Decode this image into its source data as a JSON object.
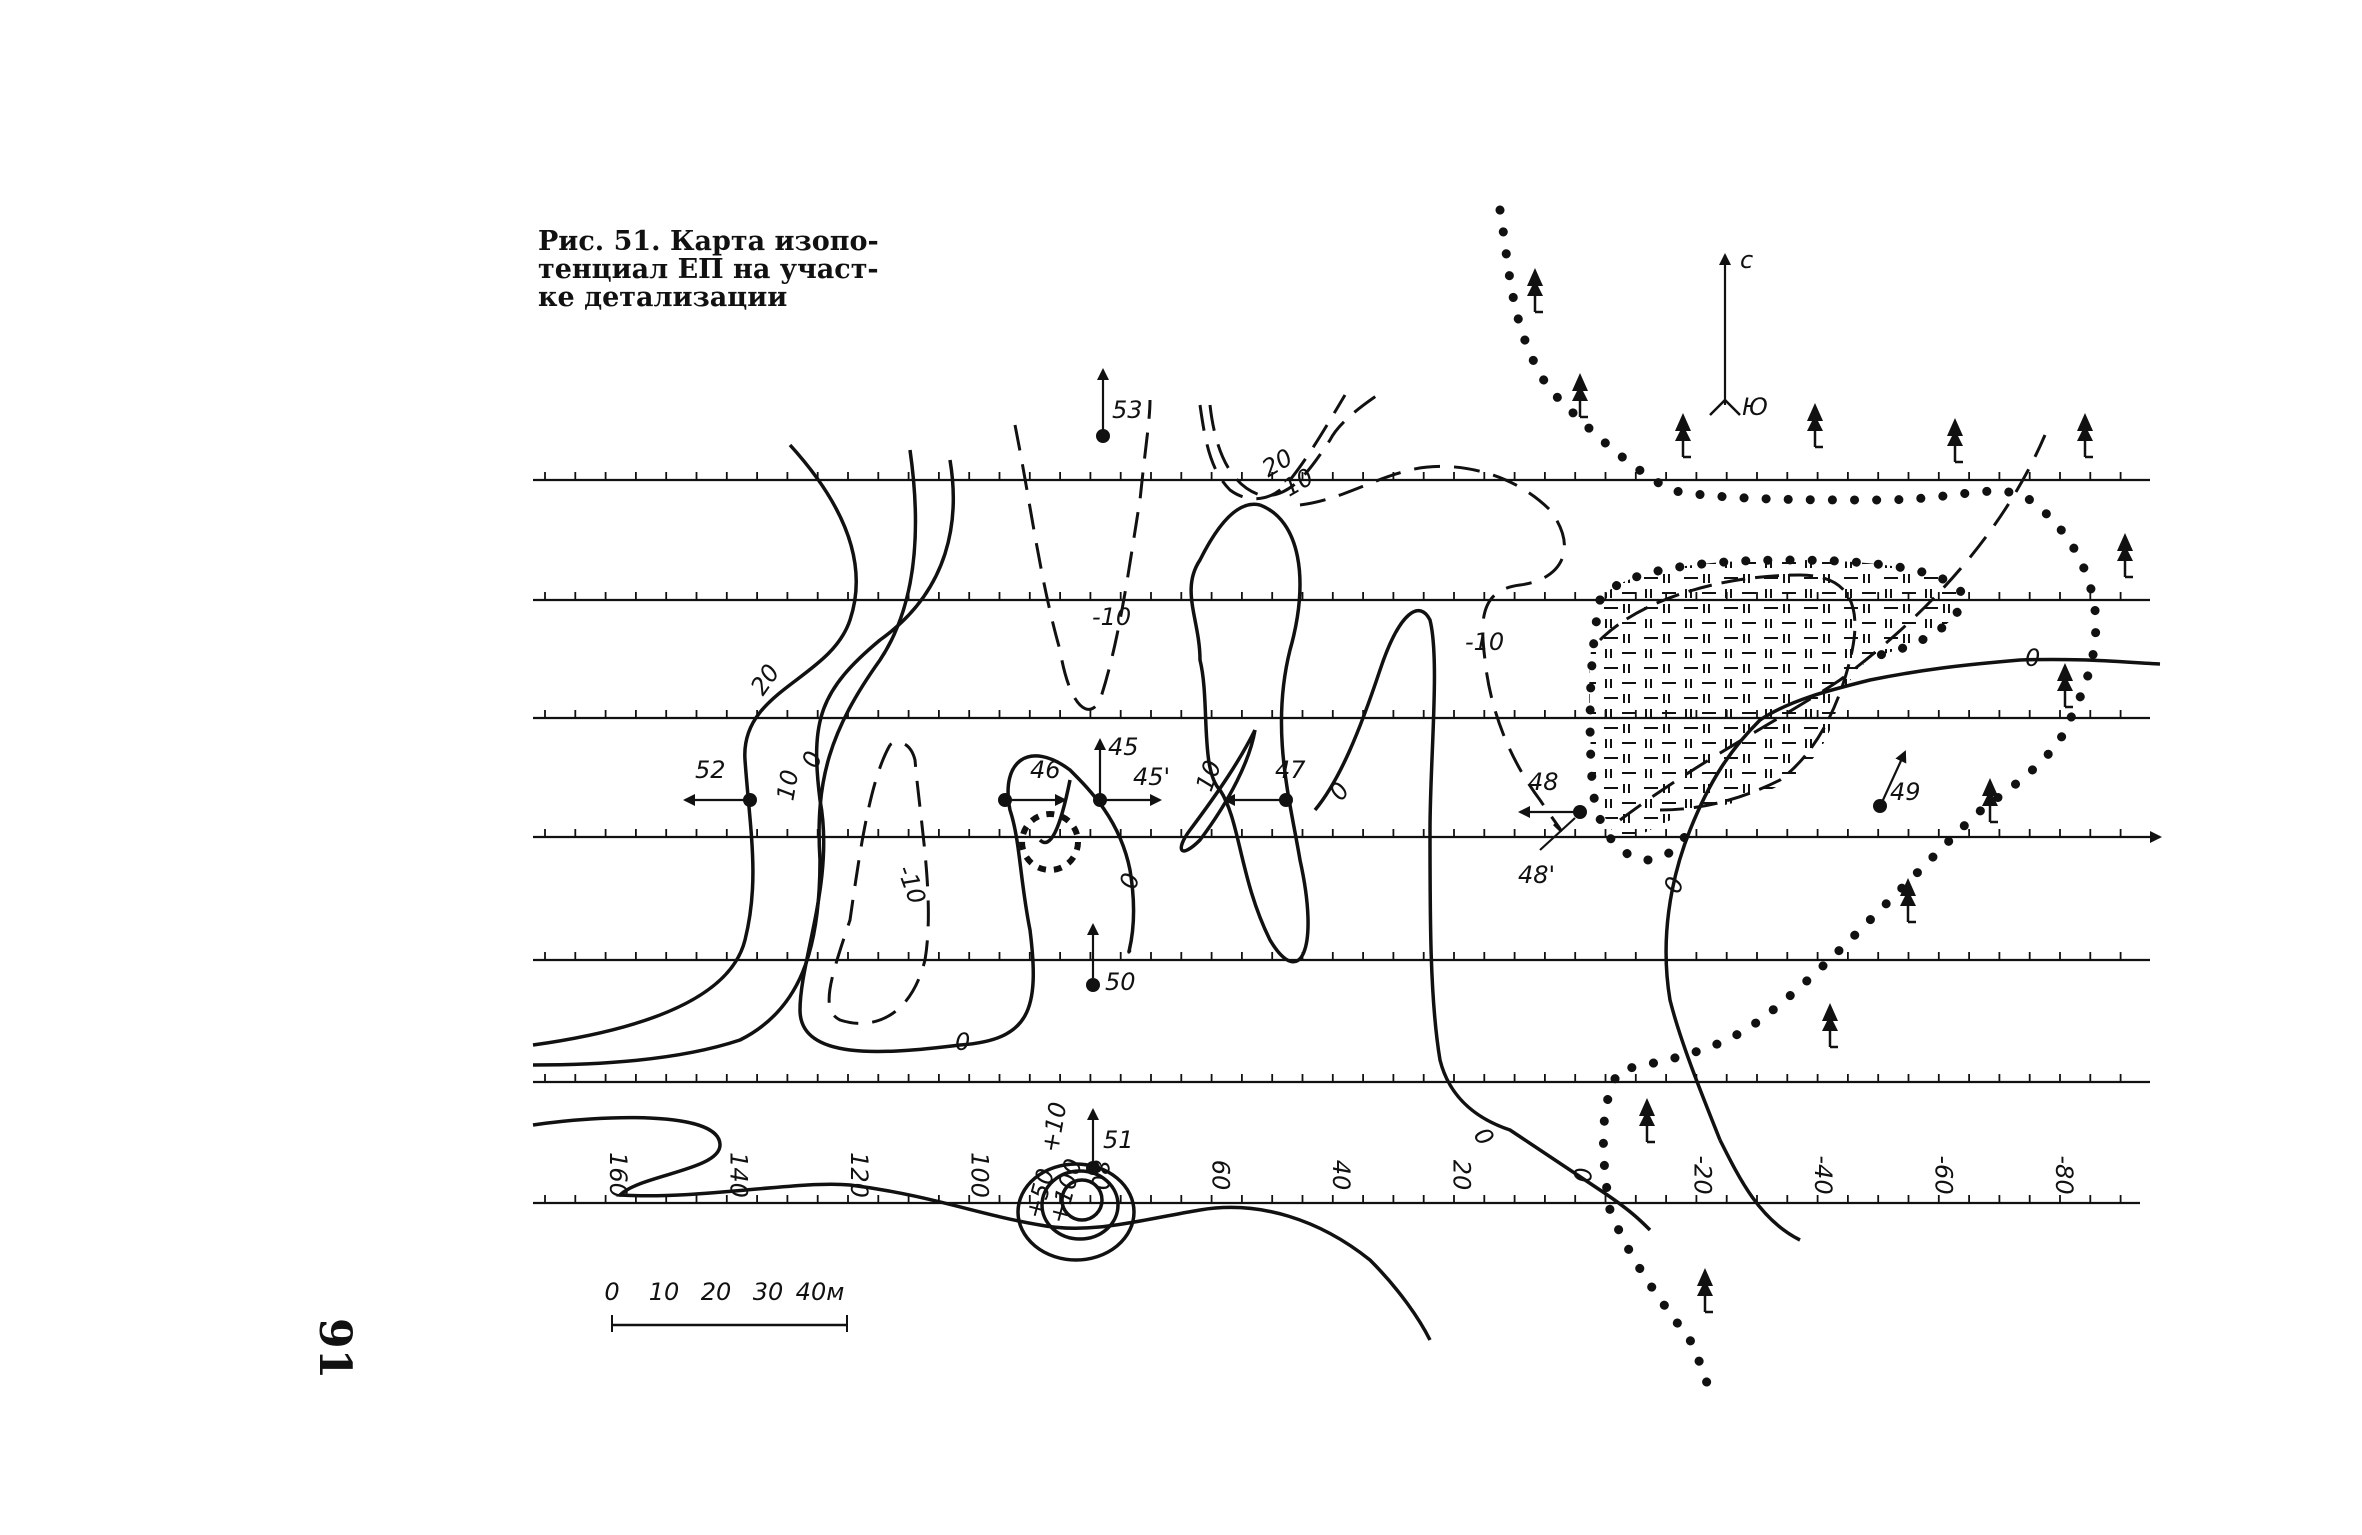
{
  "caption": {
    "line1": "Рис. 51. Карта  изопо-",
    "line2": "тенциал ЕП на участ-",
    "line3": "ке детализации"
  },
  "page_number": "91",
  "north_arrow": {
    "north_label": "с",
    "south_label": "Ю"
  },
  "station_labels": {
    "s52": "52",
    "s53": "53",
    "s46": "46",
    "s45": "45",
    "s45p": "45'",
    "s47": "47",
    "s48": "48",
    "s48p": "48'",
    "s49": "49",
    "s50": "50",
    "s51": "51"
  },
  "contour_labels": {
    "c20_left": "20",
    "c10_left": "10",
    "c0_left": "0",
    "cm10_a": "-10",
    "cm10_b": "-10",
    "c0_bottom": "0",
    "c0_mid": "0",
    "c10_mid": "10",
    "c20_top": "20",
    "c10_top": "10",
    "c0_center": "0",
    "cm10_right": "-10",
    "c0_right_a": "0",
    "c0_right_b": "0",
    "c0_lower": "0",
    "c50": "+50",
    "c100": "+100",
    "c10p": "+10"
  },
  "profile_ticks": [
    "160",
    "140",
    "120",
    "100",
    "80",
    "60",
    "40",
    "20",
    "0",
    "-20",
    "-40",
    "-60",
    "-80"
  ],
  "scale_bar": {
    "labels": [
      "0",
      "10",
      "20",
      "30",
      "40м"
    ]
  },
  "legend_symbol_label": "ւ"
}
